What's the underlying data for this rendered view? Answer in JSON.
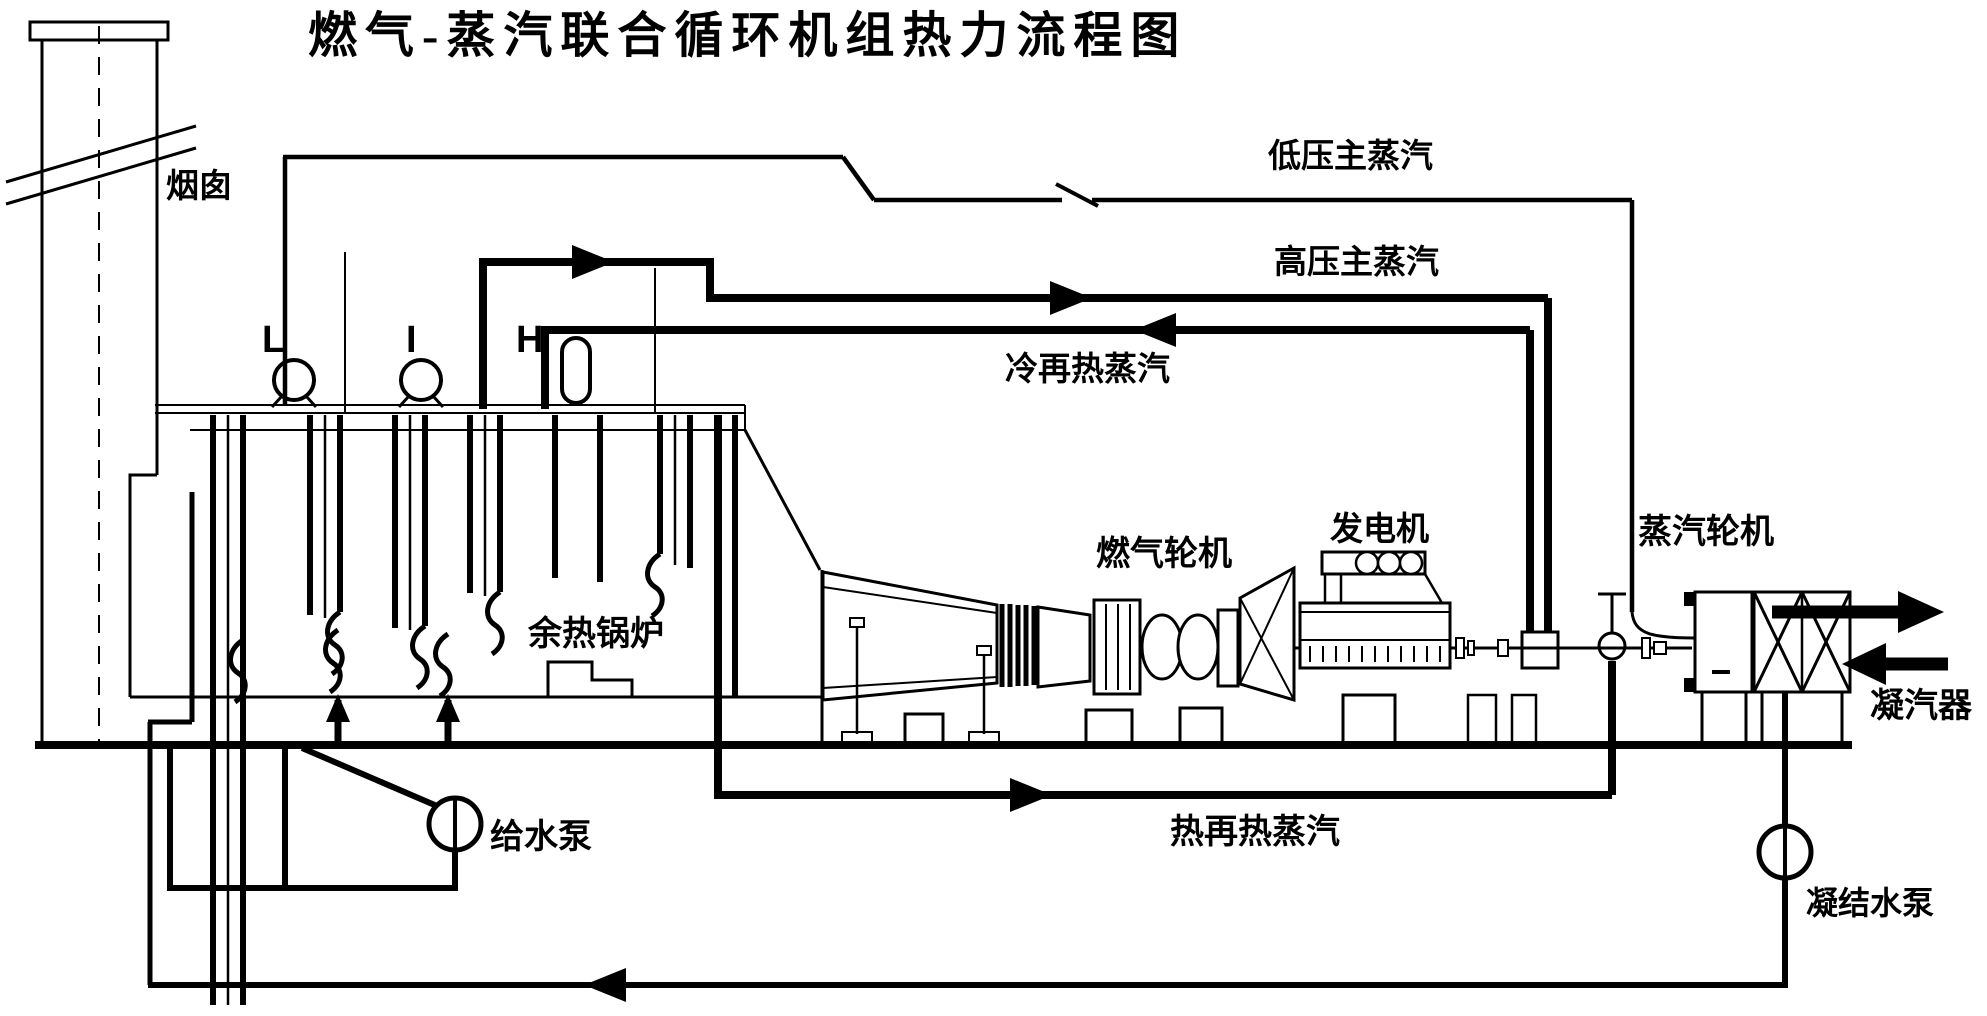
{
  "title": "燃气-蒸汽联合循环机组热力流程图",
  "colors": {
    "ink": "#000000",
    "background": "#ffffff"
  },
  "equipment": {
    "chimney": "烟囱",
    "hrsg": "余热锅炉",
    "gas_turbine": "燃气轮机",
    "generator": "发电机",
    "steam_turbine": "蒸汽轮机",
    "condenser": "凝汽器",
    "feedwater_pump": "给水泵",
    "condensate_pump": "凝结水泵"
  },
  "drums": {
    "low_pressure": "L",
    "intermediate_pressure": "I",
    "high_pressure": "H"
  },
  "streams": {
    "lp_main_steam": "低压主蒸汽",
    "hp_main_steam": "高压主蒸汽",
    "cold_reheat_steam": "冷再热蒸汽",
    "hot_reheat_steam": "热再热蒸汽"
  }
}
